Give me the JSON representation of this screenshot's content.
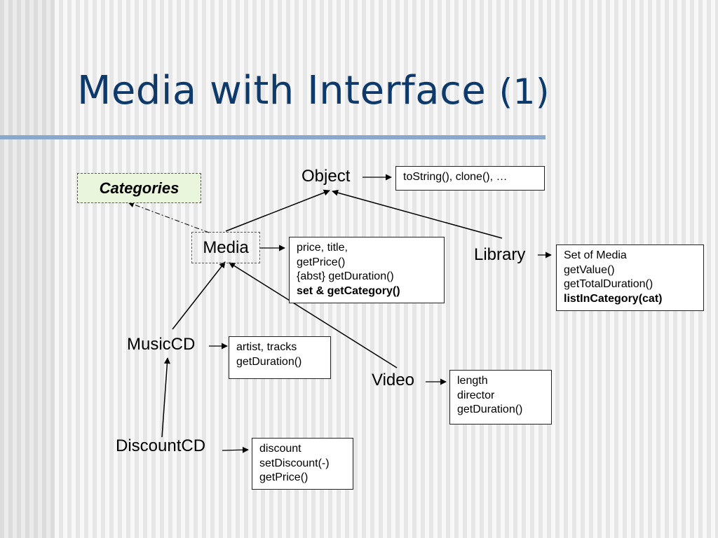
{
  "slide": {
    "title_main": "Media with Interface",
    "title_suffix": "(1)"
  },
  "nodes": {
    "object": "Object",
    "categories": "Categories",
    "media": "Media",
    "library": "Library",
    "musiccd": "MusicCD",
    "video": "Video",
    "discountcd": "DiscountCD"
  },
  "boxes": {
    "object": [
      "toString(), clone(), …"
    ],
    "media": [
      "price, title,",
      "getPrice()",
      "{abst} getDuration()",
      "set & getCategory()"
    ],
    "library": [
      "Set of Media",
      "getValue()",
      "getTotalDuration()",
      "listInCategory(cat)"
    ],
    "musiccd": [
      "artist, tracks",
      "getDuration()"
    ],
    "video": [
      "length",
      "director",
      "getDuration()"
    ],
    "discountcd": [
      "discount",
      "setDiscount(-)",
      "getPrice()"
    ]
  }
}
